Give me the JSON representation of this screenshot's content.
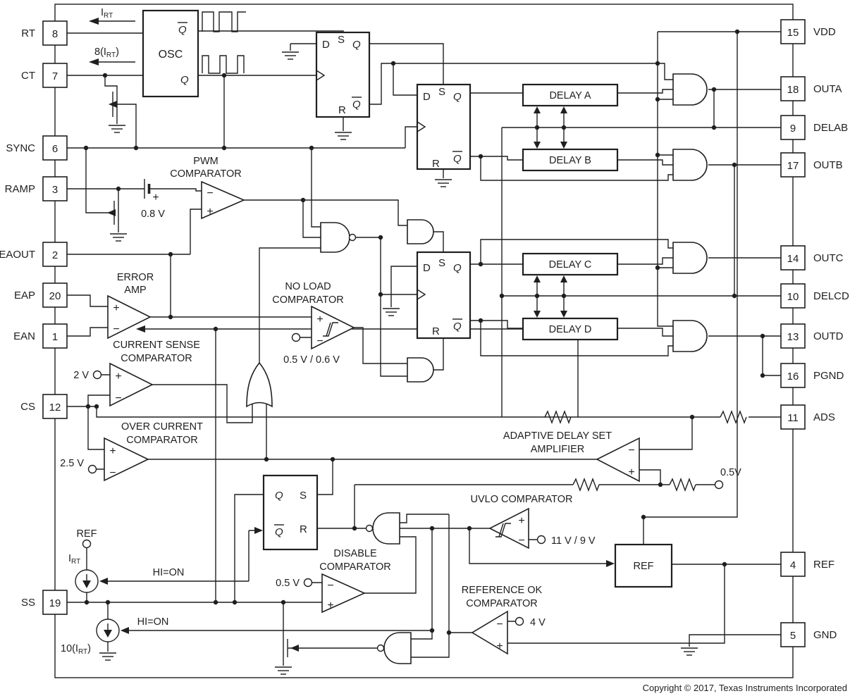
{
  "copyright": "Copyright © 2017, Texas Instruments Incorporated",
  "pins_left": [
    {
      "num": "8",
      "name": "RT"
    },
    {
      "num": "7",
      "name": "CT"
    },
    {
      "num": "6",
      "name": "SYNC"
    },
    {
      "num": "3",
      "name": "RAMP"
    },
    {
      "num": "2",
      "name": "EAOUT"
    },
    {
      "num": "20",
      "name": "EAP"
    },
    {
      "num": "1",
      "name": "EAN"
    },
    {
      "num": "12",
      "name": "CS"
    },
    {
      "num": "19",
      "name": "SS"
    }
  ],
  "pins_right": [
    {
      "num": "15",
      "name": "VDD"
    },
    {
      "num": "18",
      "name": "OUTA"
    },
    {
      "num": "9",
      "name": "DELAB"
    },
    {
      "num": "17",
      "name": "OUTB"
    },
    {
      "num": "14",
      "name": "OUTC"
    },
    {
      "num": "10",
      "name": "DELCD"
    },
    {
      "num": "13",
      "name": "OUTD"
    },
    {
      "num": "16",
      "name": "PGND"
    },
    {
      "num": "11",
      "name": "ADS"
    },
    {
      "num": "4",
      "name": "REF"
    },
    {
      "num": "5",
      "name": "GND"
    }
  ],
  "blocks": {
    "osc": "OSC",
    "delay_a": "DELAY A",
    "delay_b": "DELAY B",
    "delay_c": "DELAY C",
    "delay_d": "DELAY D",
    "ref": "REF"
  },
  "ff": {
    "d": "D",
    "s": "S",
    "q": "Q",
    "r": "R"
  },
  "signs": {
    "plus": "+",
    "minus": "−"
  },
  "labels": {
    "pwm1": "PWM",
    "pwm2": "COMPARATOR",
    "err1": "ERROR",
    "err2": "AMP",
    "nl1": "NO LOAD",
    "nl2": "COMPARATOR",
    "nlv": "0.5 V / 0.6 V",
    "cs1": "CURRENT SENSE",
    "cs2": "COMPARATOR",
    "csv": "2 V",
    "oc1": "OVER CURRENT",
    "oc2": "COMPARATOR",
    "ocv": "2.5 V",
    "ads1": "ADAPTIVE DELAY SET",
    "ads2": "AMPLIFIER",
    "adsv": "0.5V",
    "uvlo": "UVLO COMPARATOR",
    "uvlov": "11 V / 9 V",
    "dis1": "DISABLE",
    "dis2": "COMPARATOR",
    "disv": "0.5 V",
    "rok1": "REFERENCE OK",
    "rok2": "COMPARATOR",
    "rokv": "4 V",
    "bat": "0.8 V",
    "ref_term": "REF",
    "hion": "HI=ON",
    "irt_pre": "I",
    "irt_sub": "RT",
    "i8_pre": "8(I",
    "i8_sub": "RT",
    "i8_close": ")",
    "i10_pre": "10(I",
    "i10_sub": "RT",
    "i10_close": ")"
  }
}
